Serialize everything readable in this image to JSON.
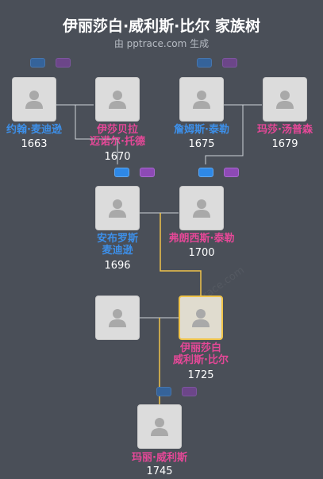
{
  "header": {
    "title": "伊丽莎白·威利斯·比尔 家族树",
    "subtitle": "由 pptrace.com 生成"
  },
  "watermark": "pptrace.com",
  "colors": {
    "male": "#3d8fe8",
    "female": "#e64898",
    "highlight": "#f0c44a"
  },
  "people": [
    {
      "id": "john",
      "name_lines": [
        "约翰·麦迪逊"
      ],
      "year": "1663",
      "gender": "male"
    },
    {
      "id": "isabella",
      "name_lines": [
        "伊莎贝拉",
        "迈诺尔·托德"
      ],
      "year": "1670",
      "gender": "female"
    },
    {
      "id": "james",
      "name_lines": [
        "詹姆斯·泰勒"
      ],
      "year": "1675",
      "gender": "male"
    },
    {
      "id": "martha",
      "name_lines": [
        "玛莎·汤普森"
      ],
      "year": "1679",
      "gender": "female"
    },
    {
      "id": "ambrose",
      "name_lines": [
        "安布罗斯",
        "麦迪逊"
      ],
      "year": "1696",
      "gender": "male"
    },
    {
      "id": "frances",
      "name_lines": [
        "弗朗西斯·泰勒"
      ],
      "year": "1700",
      "gender": "female"
    },
    {
      "id": "unknown",
      "name_lines": [],
      "year": "",
      "gender": "male"
    },
    {
      "id": "elizabeth",
      "name_lines": [
        "伊丽莎白",
        "威利斯·比尔"
      ],
      "year": "1725",
      "gender": "female",
      "highlight": true
    },
    {
      "id": "mary",
      "name_lines": [
        "玛丽·威利斯"
      ],
      "year": "1745",
      "gender": "female"
    }
  ]
}
